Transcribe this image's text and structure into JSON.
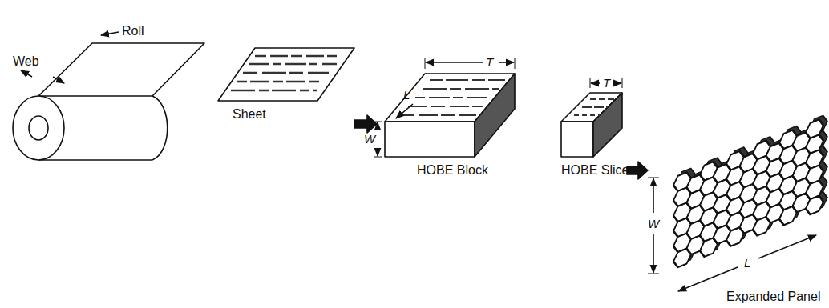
{
  "diagram": {
    "labels": [
      "Roll",
      "Web",
      "Sheet",
      "T",
      "L",
      "W",
      "HOBE Block",
      "T",
      "HOBE Slice",
      "W",
      "L",
      "Expanded Panel"
    ]
  }
}
